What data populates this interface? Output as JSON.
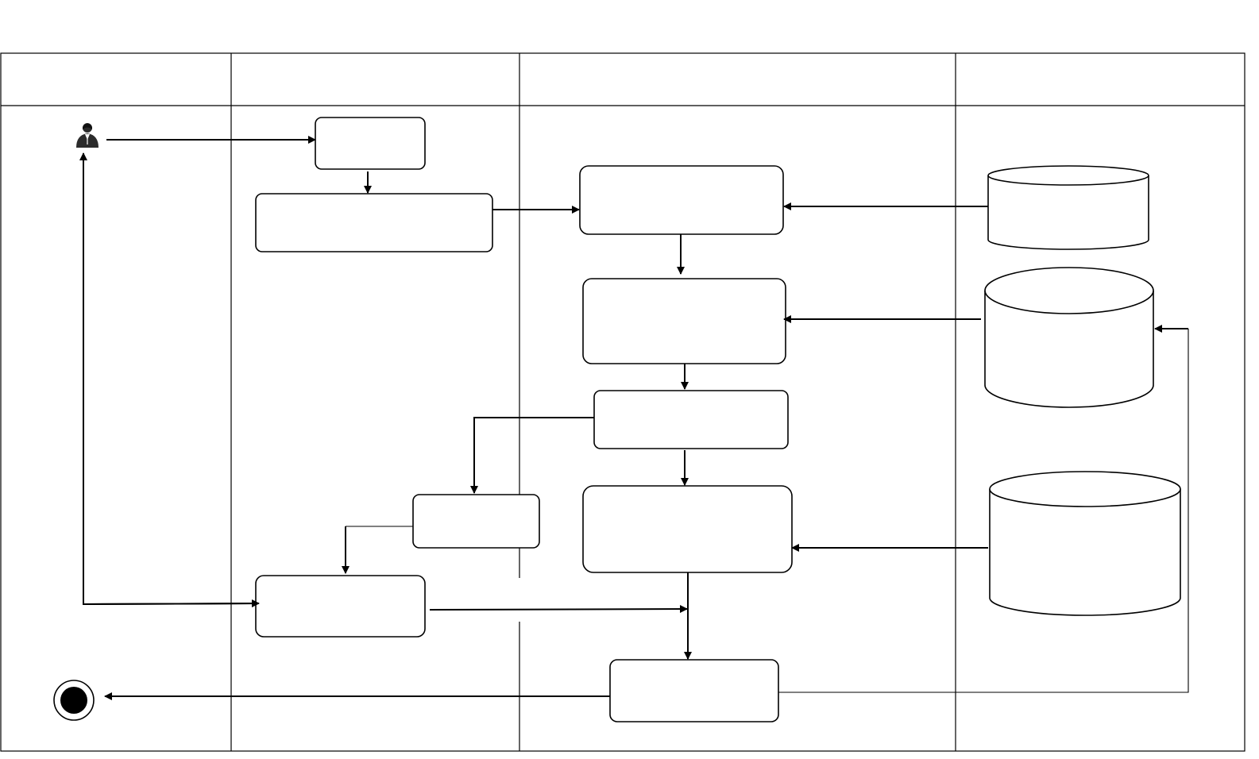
{
  "diagram": {
    "type": "swimlane-activity-flowchart",
    "lanes": [
      {
        "id": "lane-1",
        "label": ""
      },
      {
        "id": "lane-2",
        "label": ""
      },
      {
        "id": "lane-3",
        "label": ""
      },
      {
        "id": "lane-4",
        "label": ""
      }
    ],
    "nodes": [
      {
        "id": "actor",
        "kind": "actor-icon"
      },
      {
        "id": "step-1",
        "kind": "activity",
        "label": ""
      },
      {
        "id": "step-2",
        "kind": "activity",
        "label": ""
      },
      {
        "id": "step-3",
        "kind": "activity",
        "label": ""
      },
      {
        "id": "step-4",
        "kind": "activity",
        "label": ""
      },
      {
        "id": "step-5",
        "kind": "activity",
        "label": ""
      },
      {
        "id": "step-6",
        "kind": "activity",
        "label": ""
      },
      {
        "id": "step-7",
        "kind": "activity",
        "label": ""
      },
      {
        "id": "step-8",
        "kind": "activity",
        "label": ""
      },
      {
        "id": "step-9",
        "kind": "activity",
        "label": ""
      },
      {
        "id": "store-1",
        "kind": "database",
        "label": ""
      },
      {
        "id": "store-2",
        "kind": "database",
        "label": ""
      },
      {
        "id": "store-3",
        "kind": "database",
        "label": ""
      },
      {
        "id": "end",
        "kind": "final-node"
      }
    ],
    "edges": [
      {
        "from": "actor",
        "to": "step-1"
      },
      {
        "from": "step-1",
        "to": "step-2"
      },
      {
        "from": "step-2",
        "to": "step-3"
      },
      {
        "from": "store-1",
        "to": "step-3"
      },
      {
        "from": "step-3",
        "to": "step-4"
      },
      {
        "from": "store-2",
        "to": "step-4"
      },
      {
        "from": "step-4",
        "to": "step-5"
      },
      {
        "from": "step-5",
        "to": "step-6"
      },
      {
        "from": "step-5",
        "to": "step-8"
      },
      {
        "from": "store-3",
        "to": "step-6"
      },
      {
        "from": "step-8",
        "to": "step-7"
      },
      {
        "from": "step-7",
        "to": "actor"
      },
      {
        "from": "step-7",
        "to": "step-9"
      },
      {
        "from": "step-6",
        "to": "step-9"
      },
      {
        "from": "step-9",
        "to": "end"
      },
      {
        "from": "step-9",
        "to": "store-2"
      }
    ]
  }
}
